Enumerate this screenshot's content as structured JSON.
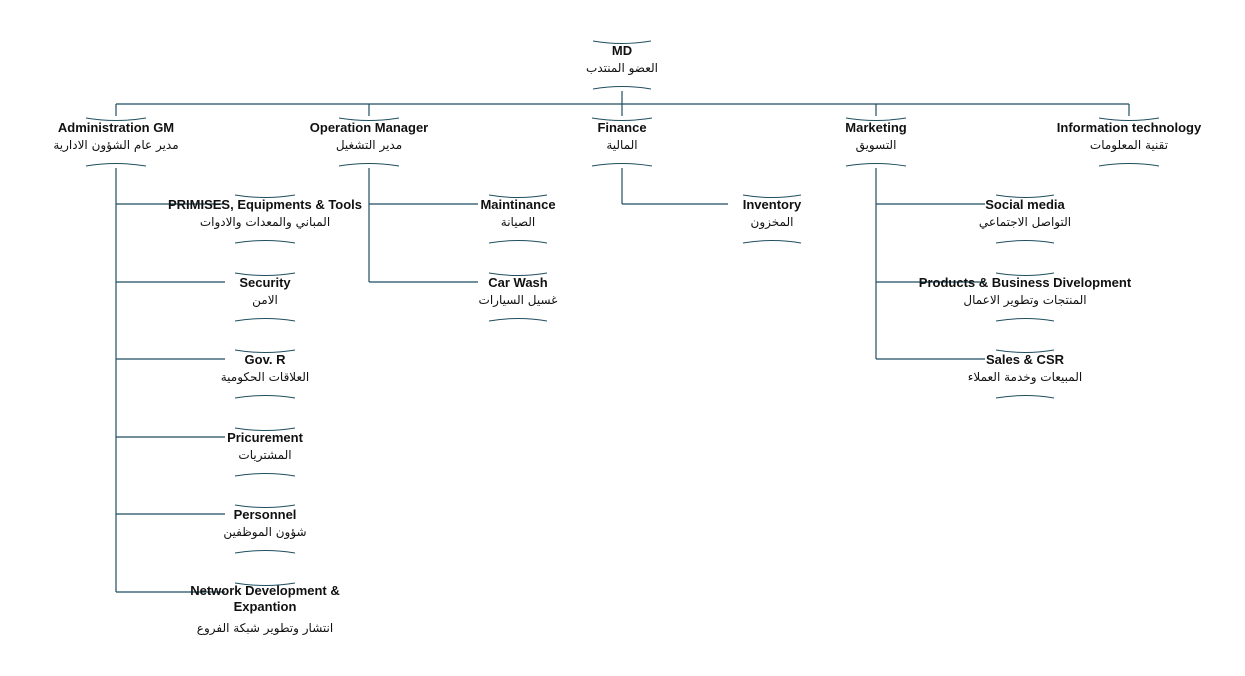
{
  "colors": {
    "connector": "#1f4e5f",
    "text": "#111111",
    "background": "#ffffff"
  },
  "root": {
    "label": "MD",
    "label_ar": "العضو المنتدب"
  },
  "departments": [
    {
      "id": "admin",
      "label": "Administration GM",
      "label_ar": "مدير عام الشؤون الادارية",
      "children": [
        {
          "label": "PRIMISES, Equipments & Tools",
          "label_ar": "المباني والمعدات والادوات"
        },
        {
          "label": "Security",
          "label_ar": "الامن"
        },
        {
          "label": "Gov. R",
          "label_ar": "العلاقات الحكومية"
        },
        {
          "label": "Pricurement",
          "label_ar": "المشتريات"
        },
        {
          "label": "Personnel",
          "label_ar": "شؤون الموظفين"
        },
        {
          "label": "Network Development & Expantion",
          "label_ar": "انتشار وتطوير شبكة الفروع"
        }
      ]
    },
    {
      "id": "operation",
      "label": "Operation Manager",
      "label_ar": "مدير التشغيل",
      "children": [
        {
          "label": "Maintinance",
          "label_ar": "الصيانة"
        },
        {
          "label": "Car Wash",
          "label_ar": "غسيل السيارات"
        }
      ]
    },
    {
      "id": "finance",
      "label": "Finance",
      "label_ar": "المالية",
      "children": [
        {
          "label": "Inventory",
          "label_ar": "المخزون"
        }
      ]
    },
    {
      "id": "marketing",
      "label": "Marketing",
      "label_ar": "التسويق",
      "children": [
        {
          "label": "Social media",
          "label_ar": "التواصل الاجتماعي"
        },
        {
          "label": "Products & Business Divelopment",
          "label_ar": "المنتجات وتطوير الاعمال"
        },
        {
          "label": "Sales & CSR",
          "label_ar": "المبيعات وخدمة العملاء"
        }
      ]
    },
    {
      "id": "it",
      "label": "Information technology",
      "label_ar": "تقنية المعلومات",
      "children": []
    }
  ]
}
